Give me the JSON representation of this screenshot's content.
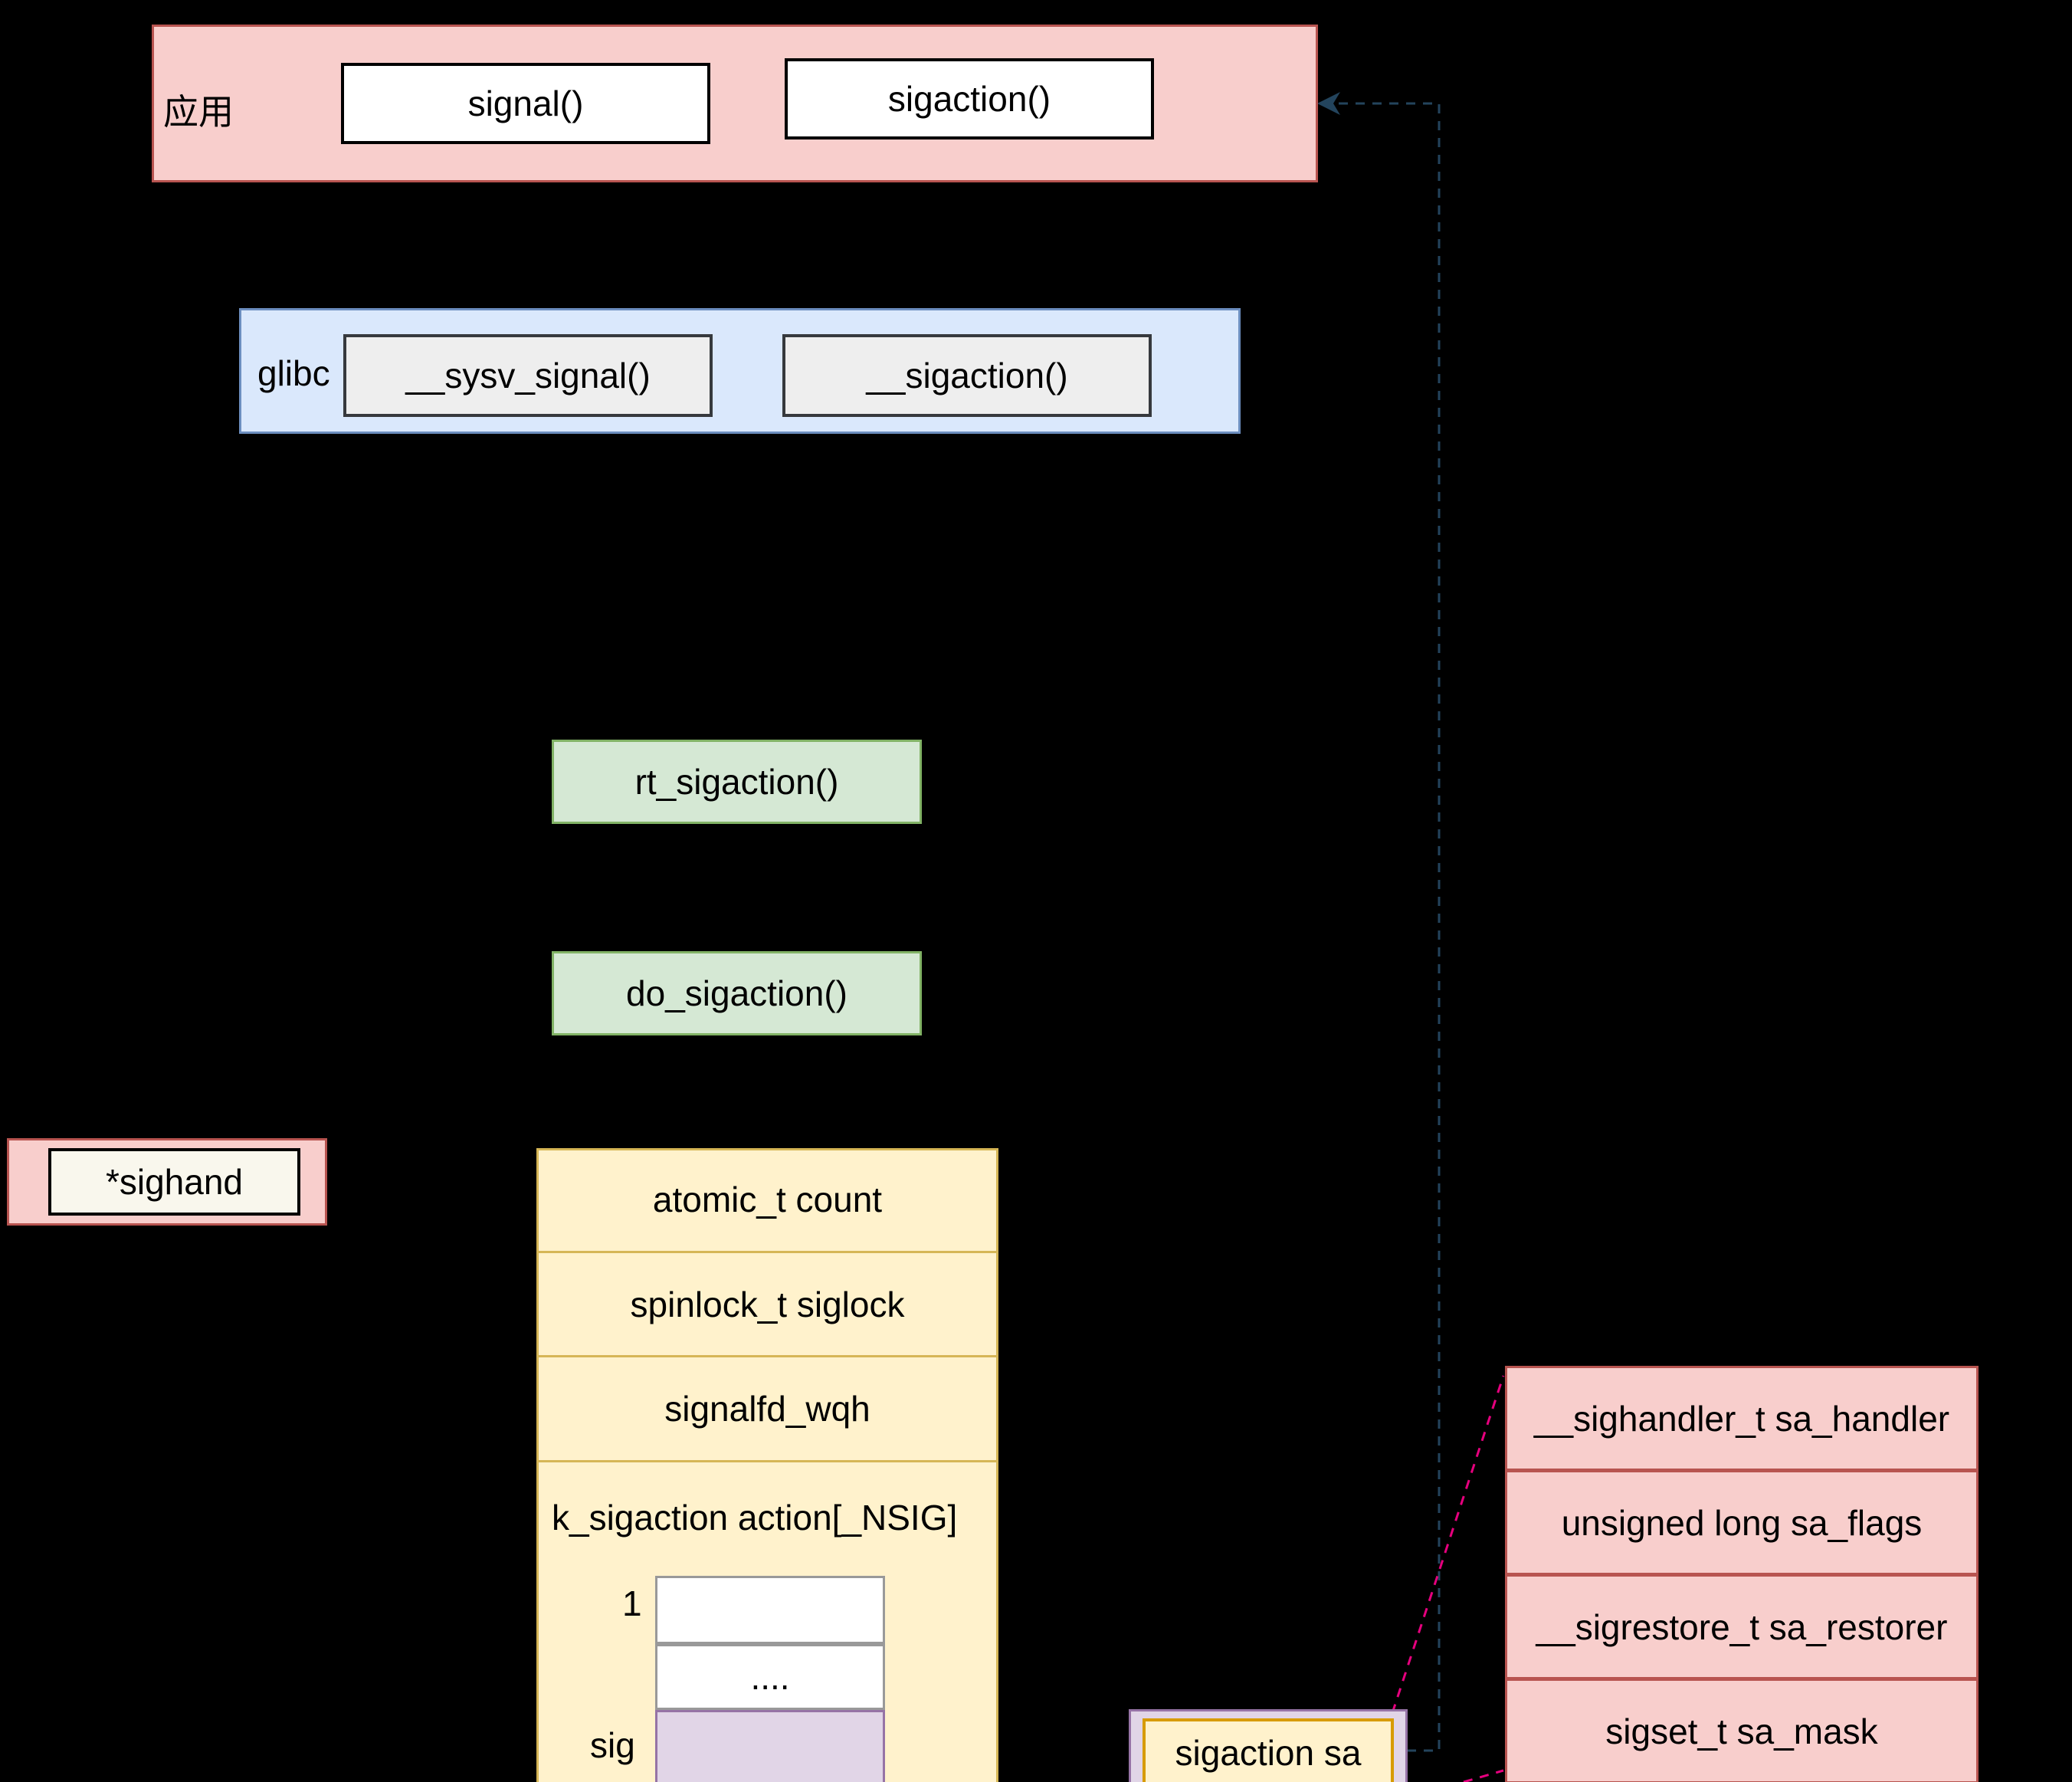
{
  "app_layer": {
    "label": "应用",
    "signal": "signal()",
    "sigaction": "sigaction()"
  },
  "glibc_layer": {
    "label": "glibc",
    "sysv_signal": "__sysv_signal()",
    "sigaction": "__sigaction()"
  },
  "kernel": {
    "rt_sigaction": "rt_sigaction()",
    "do_sigaction": "do_sigaction()"
  },
  "task": {
    "sighand": "*sighand"
  },
  "sighand_struct": {
    "fields": [
      "atomic_t   count",
      "spinlock_t siglock",
      "signalfd_wqh"
    ],
    "action_label": "k_sigaction action[_NSIG]",
    "index_first": "1",
    "ellipsis": "....",
    "index_sig": "sig"
  },
  "k_sigaction": {
    "label": "sigaction sa"
  },
  "sigaction_struct": {
    "fields": [
      "__sighandler_t sa_handler",
      "unsigned long sa_flags",
      "__sigrestore_t sa_restorer",
      "sigset_t sa_mask"
    ]
  },
  "colors": {
    "pink": "#f8cecc",
    "blue": "#dae8fc",
    "green": "#d5e8d4",
    "yellow": "#fff2cc",
    "purple": "#e1d5e7",
    "magenta_link": "#e6007e",
    "slate_link": "#23445d"
  }
}
